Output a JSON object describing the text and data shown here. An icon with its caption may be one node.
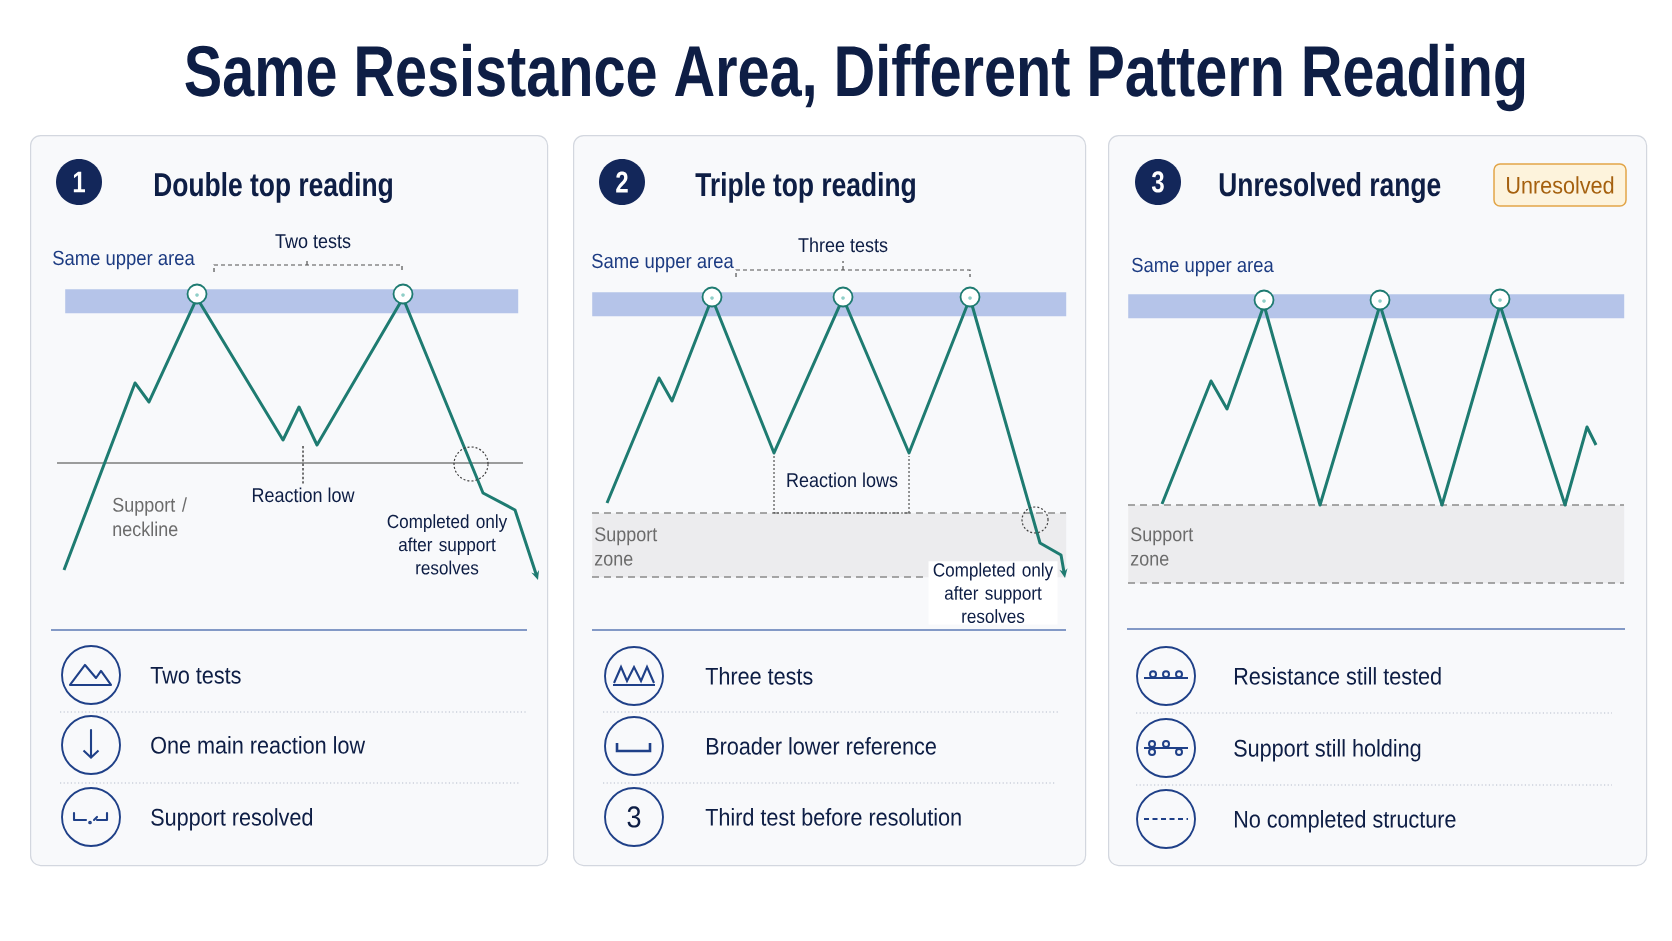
{
  "diagram": {
    "title": "Same Resistance Area, Different Pattern Reading",
    "nodes": [
      {
        "text": [
          "Double top reading"
        ]
      },
      {
        "text": [
          "1"
        ],
        "in": 0
      },
      {
        "text": [
          "Same upper area"
        ],
        "in": 0
      },
      {
        "text": [],
        "shape": "circle",
        "beside": [
          "Two tests"
        ],
        "in": 0
      },
      {
        "text": [],
        "shape": "circle",
        "beside": [
          "One main reaction low"
        ],
        "in": 0
      },
      {
        "text": [],
        "shape": "circle",
        "beside": [
          "Support resolved"
        ],
        "in": 0
      },
      {
        "text": [
          "Triple top reading"
        ]
      },
      {
        "text": [
          "2"
        ],
        "in": 6
      },
      {
        "text": [
          "Same upper area"
        ],
        "in": 6
      },
      {
        "text": [
          "Support zone"
        ],
        "in": 6
      },
      {
        "text": [],
        "shape": "circle",
        "beside": [
          "Three tests"
        ],
        "in": 6
      },
      {
        "text": [],
        "shape": "circle",
        "beside": [
          "Broader lower reference"
        ],
        "in": 6
      },
      {
        "text": [
          "3"
        ],
        "beside": [
          "Third test before resolution"
        ],
        "in": 6
      },
      {
        "text": [
          "Unresolved range"
        ]
      },
      {
        "text": [
          "3"
        ],
        "in": 13
      },
      {
        "text": [
          "Unresolved"
        ],
        "in": 13
      },
      {
        "text": [
          "Same upper area"
        ],
        "in": 13
      },
      {
        "text": [
          "Support zone"
        ],
        "in": 13
      },
      {
        "text": [],
        "shape": "circle",
        "beside": [
          "Resistance still tested"
        ],
        "in": 13
      },
      {
        "text": [],
        "shape": "circle",
        "beside": [
          "Support still holding"
        ],
        "in": 13
      },
      {
        "text": [],
        "shape": "circle",
        "beside": [
          "No completed structure"
        ],
        "in": 13
      }
    ],
    "labels": [
      "Two tests",
      "Support / neckline",
      "Reaction low",
      "Completed only after support resolves",
      "Three tests",
      "Reaction lows",
      "Completed only after support resolves"
    ]
  }
}
